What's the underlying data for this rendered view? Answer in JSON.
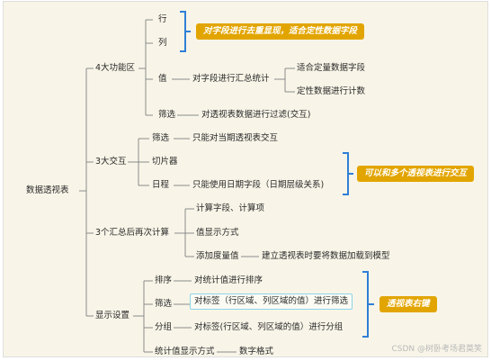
{
  "root": "数据透视表",
  "branches": {
    "zones": "4大功能区",
    "zones_row": "行",
    "zones_col": "列",
    "zones_value": "值",
    "zones_value_desc": "对字段进行汇总统计",
    "zones_value_quant": "适合定量数据字段",
    "zones_value_qual": "定性数据进行计数",
    "zones_filter": "筛选",
    "zones_filter_desc": "对透视表数据进行过滤(交互)",
    "interact": "3大交互",
    "interact_filter": "筛选",
    "interact_filter_desc": "只能对当期透视表交互",
    "interact_slicer": "切片器",
    "interact_timeline": "日程",
    "interact_timeline_desc": "只能使用日期字段（日期层级关系)",
    "recalc": "3个汇总后再次计算",
    "recalc_calc": "计算字段、计算项",
    "recalc_show": "值显示方式",
    "recalc_measure": "添加度量值",
    "recalc_measure_desc": "建立透视表时要将数据加载到模型",
    "display": "显示设置",
    "display_sort": "排序",
    "display_sort_desc": "对统计值进行排序",
    "display_filter": "筛选",
    "display_filter_desc": "对标签（行区域、列区域的值）进行筛选",
    "display_group": "分组",
    "display_group_desc": "对标签(行区域、列区域的值）进行分组",
    "display_format": "统计值显示方式",
    "display_format_desc": "数字格式"
  },
  "callouts": {
    "rowcol": "对字段进行去重显现，适合定性数据字段",
    "interact": "可以和多个透视表进行交互",
    "display": "透视表右键"
  },
  "watermark": "CSDN @树卧考场君莫笑",
  "colors": {
    "background": "#f8f5e8",
    "edge": "#8a8a8a",
    "bracket": "#2f7fd6",
    "callout": "#e2a500",
    "highlight_border": "#8fd3e8"
  }
}
